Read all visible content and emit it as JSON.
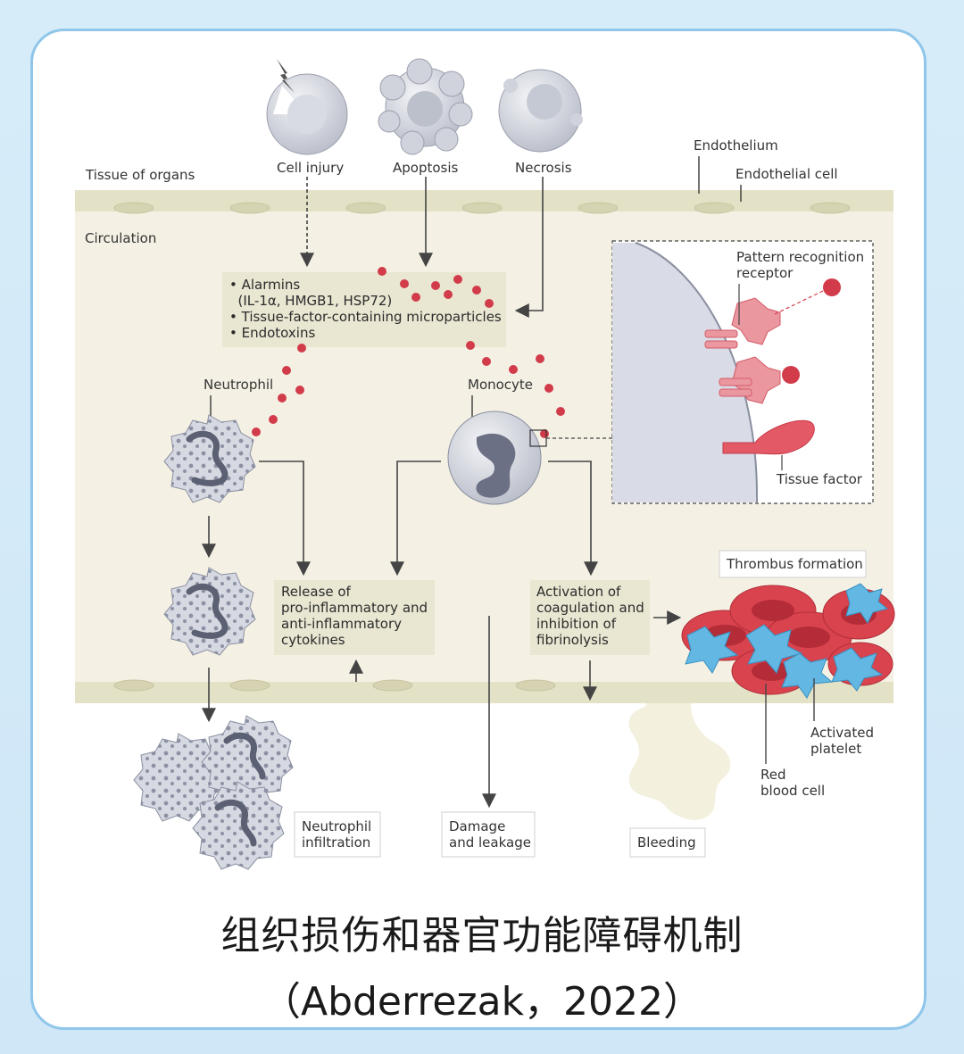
{
  "labels": {
    "tissue": "Tissue of organs",
    "cell_injury": "Cell injury",
    "apoptosis": "Apoptosis",
    "necrosis": "Necrosis",
    "endothelium": "Endothelium",
    "endothelial_cell": "Endothelial cell",
    "circulation": "Circulation",
    "neutrophil": "Neutrophil",
    "monocyte": "Monocyte",
    "prr": [
      "Pattern recognition",
      "receptor"
    ],
    "tissue_factor": "Tissue factor",
    "thrombus": "Thrombus formation",
    "activated_platelet": [
      "Activated",
      "platelet"
    ],
    "red_blood_cell": [
      "Red",
      "blood cell"
    ]
  },
  "alarmins_box": [
    "• Alarmins",
    "  (IL-1α, HMGB1, HSP72)",
    "• Tissue-factor-containing microparticles",
    "• Endotoxins"
  ],
  "release_box": [
    "Release of",
    "pro-inflammatory and",
    "anti-inflammatory",
    "cytokines"
  ],
  "activation_box": [
    "Activation of",
    "coagulation and",
    "inhibition of",
    "fibrinolysis"
  ],
  "outcomes": {
    "neutrophil_infiltration": [
      "Neutrophil",
      "infiltration"
    ],
    "damage": [
      "Damage",
      "and leakage"
    ],
    "bleeding": "Bleeding"
  },
  "caption": {
    "title": "组织损伤和器官功能障碍机制",
    "citation": "（Abderrezak，2022）"
  },
  "colors": {
    "circulation": "#f4f1e4",
    "endothelium": "#e4e2c6",
    "box": "#e9e6d2",
    "red_dot": "#d23c4a",
    "platelet": "#5cb4e0",
    "rbc": "#d8434e",
    "frame": "#8fc6ea"
  }
}
